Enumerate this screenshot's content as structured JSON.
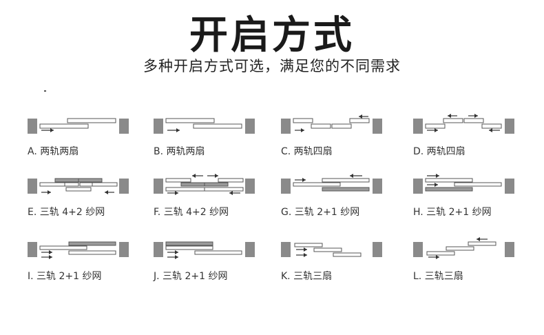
{
  "header": {
    "title": "开启方式",
    "subtitle": "多种开启方式可选，满足您的不同需求"
  },
  "colors": {
    "post": "#8a8a8a",
    "sash_stroke": "#555555",
    "sash_fill": "#ffffff",
    "screen_fill": "#9a9a9a",
    "arrow": "#333333"
  },
  "items": [
    {
      "id": "A",
      "caption": "A. 两轨两扇",
      "type": "two-track-two-sash"
    },
    {
      "id": "B",
      "caption": "B. 两轨两扇",
      "type": "two-track-two-sash"
    },
    {
      "id": "C",
      "caption": "C. 两轨四扇",
      "type": "two-track-four-sash"
    },
    {
      "id": "D",
      "caption": "D. 两轨四扇",
      "type": "two-track-four-sash"
    },
    {
      "id": "E",
      "caption": "E. 三轨 4+2 纱网",
      "type": "three-track-4-2-screen"
    },
    {
      "id": "F",
      "caption": "F. 三轨 4+2 纱网",
      "type": "three-track-4-2-screen"
    },
    {
      "id": "G",
      "caption": "G. 三轨 2+1 纱网",
      "type": "three-track-2-1-screen"
    },
    {
      "id": "H",
      "caption": "H. 三轨 2+1 纱网",
      "type": "three-track-2-1-screen"
    },
    {
      "id": "I",
      "caption": "I. 三轨 2+1 纱网",
      "type": "three-track-2-1-screen"
    },
    {
      "id": "J",
      "caption": "J. 三轨 2+1 纱网",
      "type": "three-track-2-1-screen"
    },
    {
      "id": "K",
      "caption": "K. 三轨三扇",
      "type": "three-track-three-sash"
    },
    {
      "id": "L",
      "caption": "L. 三轨三扇",
      "type": "three-track-three-sash"
    }
  ]
}
